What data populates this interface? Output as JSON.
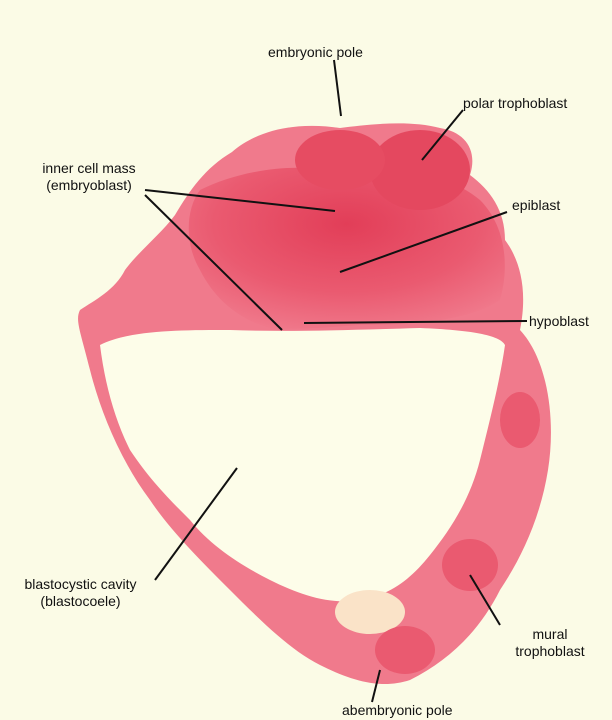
{
  "figure": {
    "labels": {
      "embryonic_pole": "embryonic pole",
      "polar_trophoblast": "polar trophoblast",
      "inner_cell_mass_line1": "inner cell mass",
      "inner_cell_mass_line2": "(embryoblast)",
      "epiblast": "epiblast",
      "hypoblast": "hypoblast",
      "blastocystic_cavity_line1": "blastocystic cavity",
      "blastocystic_cavity_line2": "(blastocoele)",
      "mural_trophoblast_line1": "mural",
      "mural_trophoblast_line2": "trophoblast",
      "abembryonic_pole": "abembryonic pole"
    },
    "colors": {
      "background": "#fbfbe6",
      "tissue_dark": "#e8485f",
      "tissue_light": "#f08090",
      "cavity": "#fdfde9",
      "leader_lines": "#111111"
    }
  }
}
